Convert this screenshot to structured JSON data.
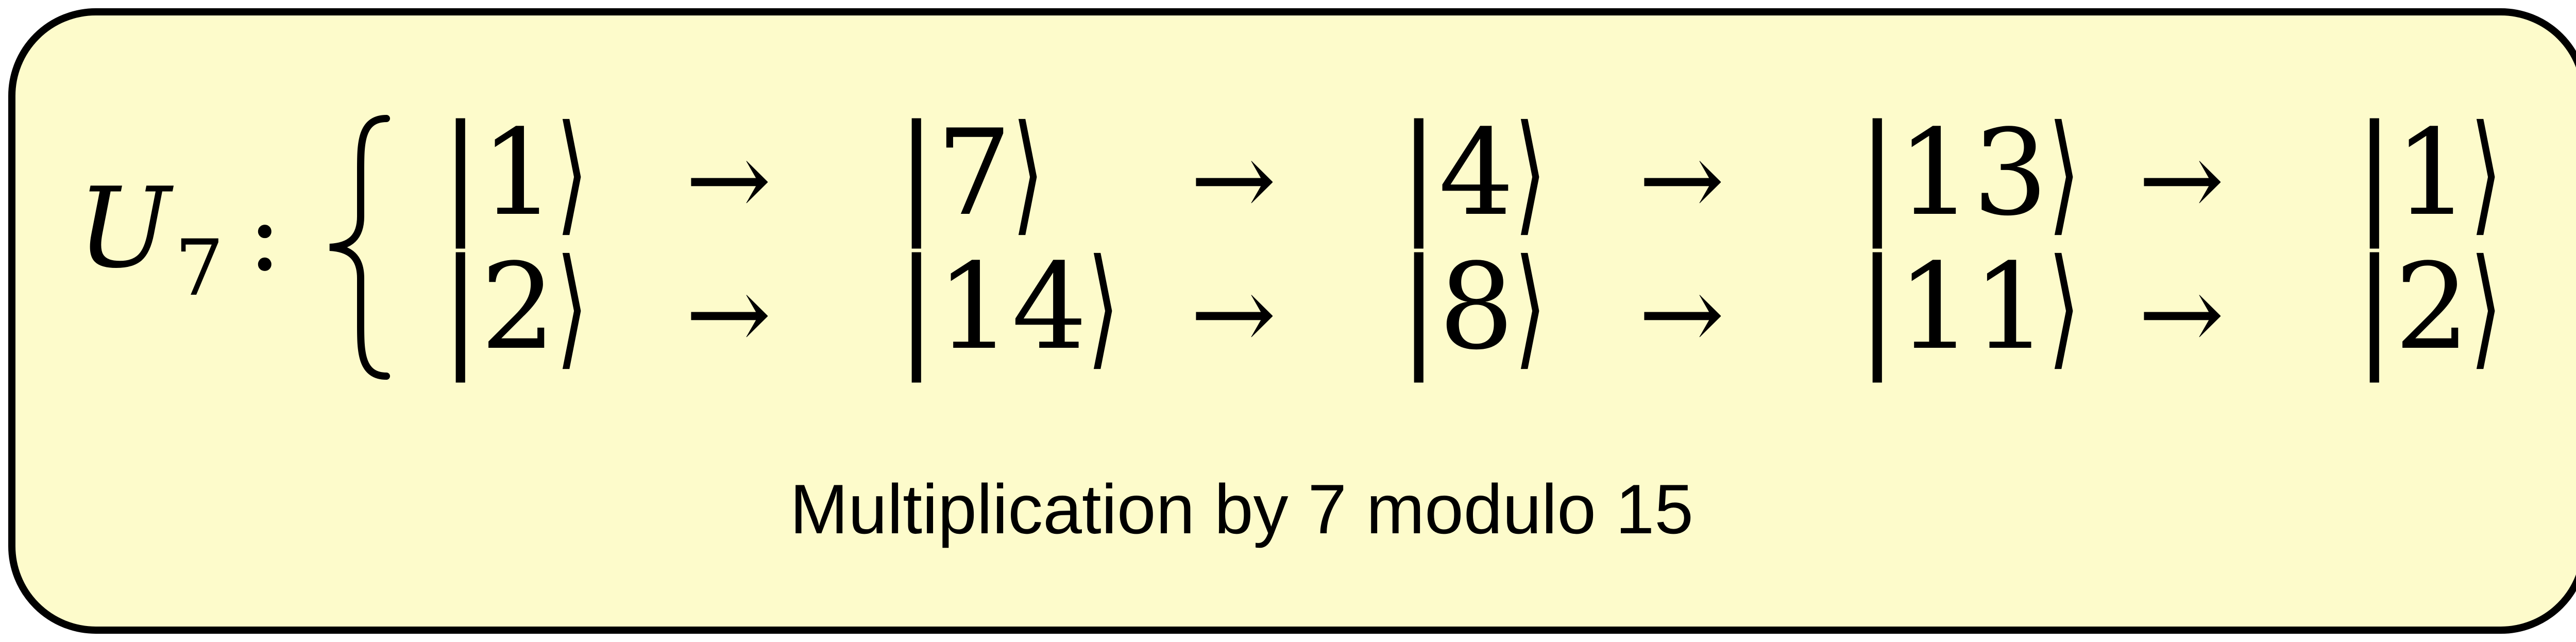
{
  "operator": {
    "symbol": "U",
    "subscript": "7",
    "separator": ":"
  },
  "sequences": [
    {
      "kets": [
        "1",
        "7",
        "4",
        "13",
        "1"
      ],
      "arrow": "→"
    },
    {
      "kets": [
        "2",
        "14",
        "8",
        "11",
        "2"
      ],
      "arrow": "→"
    }
  ],
  "caption": "Multiplication by 7 modulo 15",
  "colors": {
    "panel_fill": "#fdfbcb",
    "border": "#000000",
    "text": "#000000"
  }
}
